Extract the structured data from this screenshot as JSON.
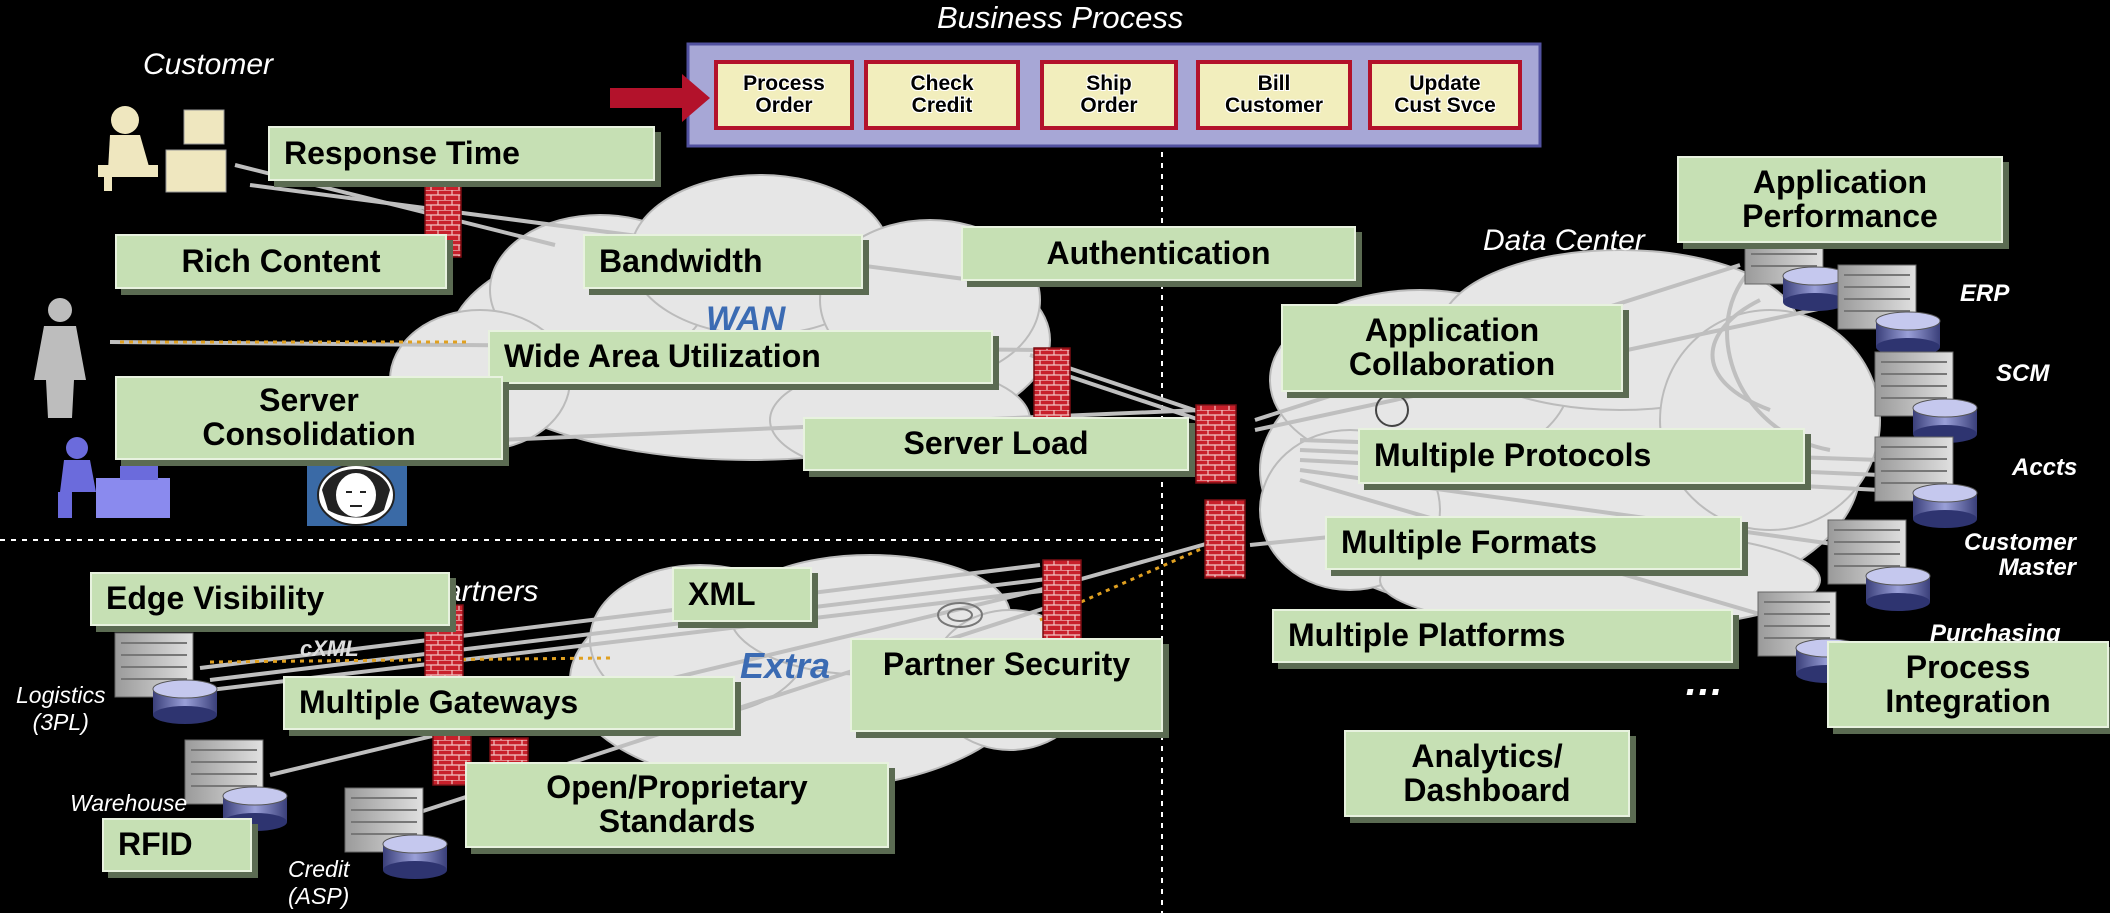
{
  "business_process": {
    "title": "Business Process",
    "steps": [
      "Process\nOrder",
      "Check\nCredit",
      "Ship\nOrder",
      "Bill\nCustomer",
      "Update\nCust Svce"
    ]
  },
  "zones": {
    "customer": "Customer",
    "data_center": "Data Center",
    "partners": "artners",
    "wan": "WAN",
    "extranet": "Extra",
    "cxml": "cXML"
  },
  "partner_sites": {
    "logistics": "Logistics\n(3PL)",
    "warehouse": "Warehouse",
    "credit": "Credit\n(ASP)"
  },
  "systems": {
    "erp": "ERP",
    "scm": "SCM",
    "accts": "Accts",
    "customer_master": "Customer\nMaster",
    "purchasing": "Purchasing",
    "more": "…"
  },
  "labels": {
    "response_time": "Response Time",
    "rich_content": "Rich Content",
    "bandwidth": "Bandwidth",
    "authentication": "Authentication",
    "application_performance": "Application\nPerformance",
    "application_collaboration": "Application\nCollaboration",
    "wide_area_utilization": "Wide Area Utilization",
    "server_consolidation": "Server\nConsolidation",
    "server_load": "Server Load",
    "multiple_protocols": "Multiple Protocols",
    "multiple_formats": "Multiple Formats",
    "multiple_platforms": "Multiple Platforms",
    "edge_visibility": "Edge Visibility",
    "xml": "XML",
    "partner_security": "Partner Security",
    "multiple_gateways": "Multiple Gateways",
    "open_proprietary": "Open/Proprietary\nStandards",
    "rfid": "RFID",
    "process_integration": "Process\nIntegration",
    "analytics": "Analytics/\nDashboard"
  },
  "colors": {
    "label_fill": "#c6e0b4",
    "step_fill": "#f2eebd",
    "step_border": "#b3122b",
    "process_panel": "#a7a7d6",
    "cloud": "#e6e6e6",
    "firewall": "#c8202b",
    "arrow": "#bfbfbf"
  }
}
